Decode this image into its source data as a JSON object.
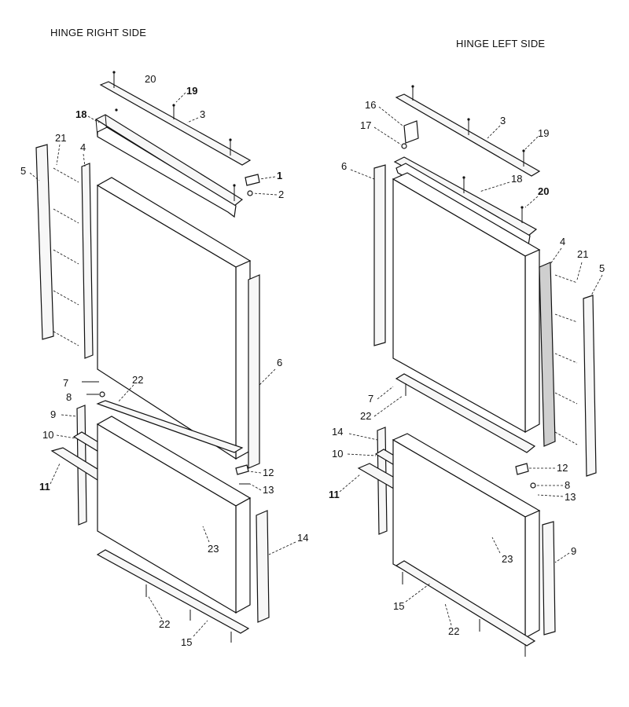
{
  "headings": {
    "right_side": "HINGE RIGHT SIDE",
    "left_side": "HINGE LEFT SIDE"
  },
  "callouts_right": [
    "20",
    "19",
    "3",
    "18",
    "1",
    "2",
    "5",
    "21",
    "4",
    "6",
    "7",
    "22",
    "8",
    "9",
    "10",
    "11",
    "12",
    "13",
    "23",
    "14",
    "22",
    "15"
  ],
  "callouts_left": [
    "16",
    "17",
    "3",
    "19",
    "6",
    "18",
    "20",
    "4",
    "21",
    "5",
    "7",
    "22",
    "14",
    "10",
    "11",
    "12",
    "8",
    "13",
    "23",
    "9",
    "15",
    "22"
  ]
}
